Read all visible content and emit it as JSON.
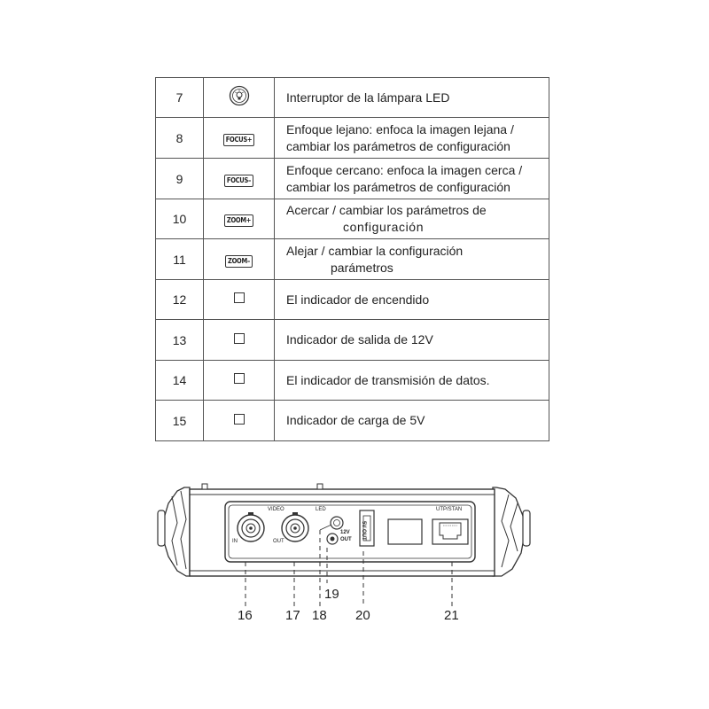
{
  "table": {
    "rows": [
      {
        "num": "7",
        "icon": "led-lamp-button-icon",
        "lines": [
          "Interruptor de la lámpara LED"
        ]
      },
      {
        "num": "8",
        "icon": "focus-plus-button-icon",
        "icon_text": "FOCUS+",
        "lines": [
          "Enfoque lejano: enfoca la imagen lejana /",
          "cambiar los parámetros de configuración"
        ]
      },
      {
        "num": "9",
        "icon": "focus-minus-button-icon",
        "icon_text": "FOCUS–",
        "lines": [
          "Enfoque cercano: enfoca la imagen cerca /",
          "cambiar los parámetros de configuración"
        ]
      },
      {
        "num": "10",
        "icon": "zoom-plus-button-icon",
        "icon_text": "ZOOM+",
        "lines": [
          "Acercar / cambiar los parámetros de",
          "configuración"
        ]
      },
      {
        "num": "11",
        "icon": "zoom-minus-button-icon",
        "icon_text": "ZOOM–",
        "lines": [
          "Alejar / cambiar la configuración",
          "parámetros"
        ]
      },
      {
        "num": "12",
        "icon": "square-indicator-icon",
        "lines": [
          "El indicador de encendido"
        ]
      },
      {
        "num": "13",
        "icon": "square-indicator-icon",
        "lines": [
          "Indicador de salida de 12V"
        ]
      },
      {
        "num": "14",
        "icon": "square-indicator-icon",
        "lines": [
          "El indicador de transmisión de datos."
        ]
      },
      {
        "num": "15",
        "icon": "square-indicator-icon",
        "lines": [
          "Indicador de carga de 5V"
        ]
      }
    ]
  },
  "device": {
    "port_labels": {
      "in": "IN",
      "video": "VIDEO",
      "out": "OUT",
      "led": "LED",
      "v12": "12V",
      "v12_out": "OUT",
      "v5_out": "5V OUT",
      "utp": "UTP/STAN"
    },
    "callouts": [
      "16",
      "17",
      "18",
      "19",
      "20",
      "21"
    ]
  }
}
